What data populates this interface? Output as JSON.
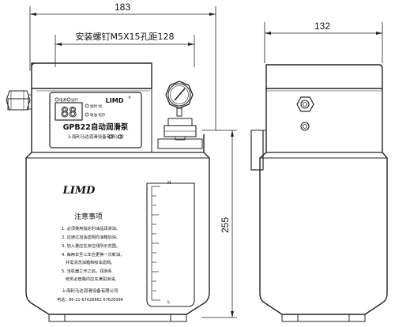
{
  "dimensions": {
    "overall_width": "183",
    "mounting_note": "安装螺钉M5X15孔距128",
    "height": "255",
    "depth": "132"
  },
  "front_panel": {
    "brand": "LIMD",
    "registered_mark": "®",
    "indicator_labels": [
      "电源",
      "运行",
      "加时 加",
      "缺油 指示"
    ],
    "display_digits": "88",
    "model": "GPB22自动润滑泵",
    "company": "上海利马达润滑设备有限公司"
  },
  "tank": {
    "brand": "LIMD",
    "notice_title": "注意事项",
    "notice_items": [
      "1. 必须使用指定的油品润滑油。",
      "2. 应通过加油滤网向油箱加油。",
      "3. 加入量应在液位线所示范围。",
      "4. 每两年至三年应更换一次新油，",
      "   并需清洗油箱和吸油滤网。",
      "5. 当机器工作之前，润滑系",
      "   统务必管路内应充满润滑油。"
    ],
    "footer_company": "上海利马达润滑设备有限公司",
    "footer_phone": "电话：86-21-67628862  67626096",
    "level_high": "H",
    "level_low": "L"
  }
}
